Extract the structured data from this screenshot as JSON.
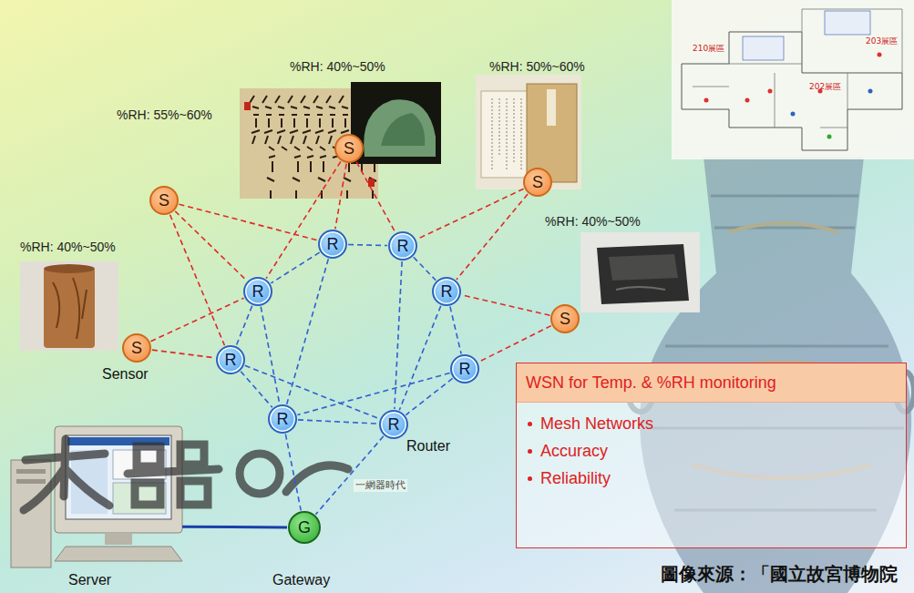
{
  "diagram": {
    "nodes": [
      {
        "text": [
          "S"
        ]
      },
      {
        "text": [
          "S"
        ]
      },
      {
        "text": [
          "S"
        ]
      },
      {
        "text": [
          "R"
        ]
      },
      {
        "text": [
          "R"
        ]
      },
      {
        "text": [
          "R"
        ]
      },
      {
        "text": [
          "R"
        ]
      },
      {
        "text": [
          "S"
        ]
      },
      {
        "text": [
          "S",
          "Sensor"
        ]
      },
      {
        "text": [
          "R"
        ]
      },
      {
        "text": [
          "R"
        ]
      },
      {
        "text": [
          "R"
        ]
      },
      {
        "text": [
          "R",
          "Router"
        ]
      },
      {
        "text": [
          "Server"
        ]
      },
      {
        "text": [
          "G",
          "Gateway"
        ]
      },
      {
        "text": [
          "WSN for Temp. & %RH monitoring",
          "Mesh Networks",
          "Accuracy",
          "Reliability"
        ]
      }
    ],
    "edges": [
      {
        "from": 0,
        "to": 3,
        "arrow": "none"
      },
      {
        "from": 0,
        "to": 4,
        "arrow": "none"
      },
      {
        "from": 0,
        "to": 5,
        "arrow": "none"
      },
      {
        "from": 1,
        "to": 3,
        "arrow": "none"
      },
      {
        "from": 1,
        "to": 5,
        "arrow": "none"
      },
      {
        "from": 1,
        "to": 9,
        "arrow": "none"
      },
      {
        "from": 2,
        "to": 4,
        "arrow": "none"
      },
      {
        "from": 2,
        "to": 6,
        "arrow": "none"
      },
      {
        "from": 7,
        "to": 6,
        "arrow": "none"
      },
      {
        "from": 7,
        "to": 10,
        "arrow": "none"
      },
      {
        "from": 8,
        "to": 5,
        "arrow": "none"
      },
      {
        "from": 8,
        "to": 9,
        "arrow": "none"
      },
      {
        "from": 3,
        "to": 4,
        "arrow": "none"
      },
      {
        "from": 3,
        "to": 5,
        "arrow": "none"
      },
      {
        "from": 3,
        "to": 11,
        "arrow": "none"
      },
      {
        "from": 4,
        "to": 6,
        "arrow": "none"
      },
      {
        "from": 4,
        "to": 12,
        "arrow": "none"
      },
      {
        "from": 5,
        "to": 9,
        "arrow": "none"
      },
      {
        "from": 5,
        "to": 11,
        "arrow": "none"
      },
      {
        "from": 6,
        "to": 10,
        "arrow": "none"
      },
      {
        "from": 6,
        "to": 12,
        "arrow": "none"
      },
      {
        "from": 9,
        "to": 11,
        "arrow": "none"
      },
      {
        "from": 9,
        "to": 12,
        "arrow": "none"
      },
      {
        "from": 10,
        "to": 11,
        "arrow": "none"
      },
      {
        "from": 10,
        "to": 12,
        "arrow": "none"
      },
      {
        "from": 11,
        "to": 12,
        "arrow": "none"
      },
      {
        "from": 11,
        "to": 14,
        "arrow": "none"
      },
      {
        "from": 12,
        "to": 14,
        "arrow": "none"
      },
      {
        "from": 14,
        "to": 13,
        "arrow": "none"
      }
    ],
    "labels": [
      "210展區",
      "203展區",
      "202展區",
      "%RH: 40%~50%",
      "%RH: 50%~60%",
      "%RH: 55%~60%",
      "%RH: 40%~50%",
      "%RH: 40%~50%",
      "一網器時代",
      "圖像來源：「國立故宮博物院"
    ]
  }
}
